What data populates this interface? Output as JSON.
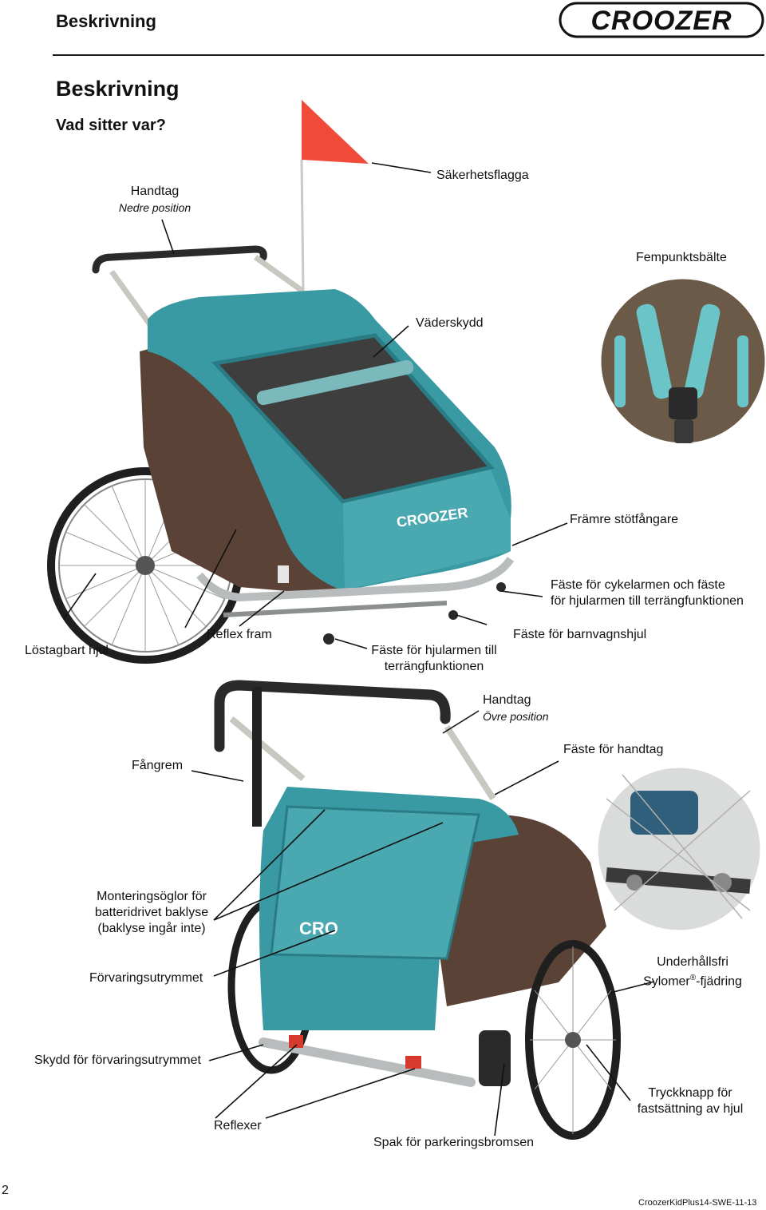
{
  "header": {
    "title": "Beskrivning",
    "logo_text": "CROOZER"
  },
  "section": {
    "title": "Beskrivning",
    "subtitle": "Vad sitter var?"
  },
  "labels": {
    "handle_lower_title": "Handtag",
    "handle_lower_sub": "Nedre position",
    "safety_flag": "Säkerhetsflagga",
    "five_point_belt": "Fempunktsbälte",
    "weather_cover": "Väderskydd",
    "front_bumper": "Främre stötfångare",
    "bike_arm_mount_l1": "Fäste för cykelarmen och fäste",
    "bike_arm_mount_l2": "för hjularmen till terrängfunktionen",
    "removable_wheel": "Löstagbart hjul",
    "front_reflex": "Reflex fram",
    "wheel_arm_mount_l1": "Fäste för hjularmen till",
    "wheel_arm_mount_l2": "terrängfunktionen",
    "stroller_wheel_mount": "Fäste för barnvagnshjul",
    "handle_upper_title": "Handtag",
    "handle_upper_sub": "Övre position",
    "wrist_strap": "Fångrem",
    "handle_mount": "Fäste för handtag",
    "mount_eyes_l1": "Monteringsöglor för",
    "mount_eyes_l2": "batteridrivet baklyse",
    "mount_eyes_l3": "(baklyse ingår inte)",
    "storage": "Förvaringsutrymmet",
    "suspension_l1": "Underhållsfri",
    "suspension_l2": "Sylomer",
    "suspension_l2b": "-fjädring",
    "storage_guard": "Skydd för förvaringsutrymmet",
    "reflectors": "Reflexer",
    "parking_brake": "Spak för parkeringsbromsen",
    "push_button_l1": "Tryckknapp för",
    "push_button_l2": "fastsättning av hjul"
  },
  "footer": {
    "page_number": "2",
    "doc_code": "CroozerKidPlus14-SWE-11-13"
  },
  "colors": {
    "teal": "#3a9aa3",
    "teal_dark": "#2a7c84",
    "brown": "#5a4236",
    "flag_red": "#ef4a3a",
    "frame_silver": "#b9bcbd",
    "tire": "#1f1f1f"
  }
}
